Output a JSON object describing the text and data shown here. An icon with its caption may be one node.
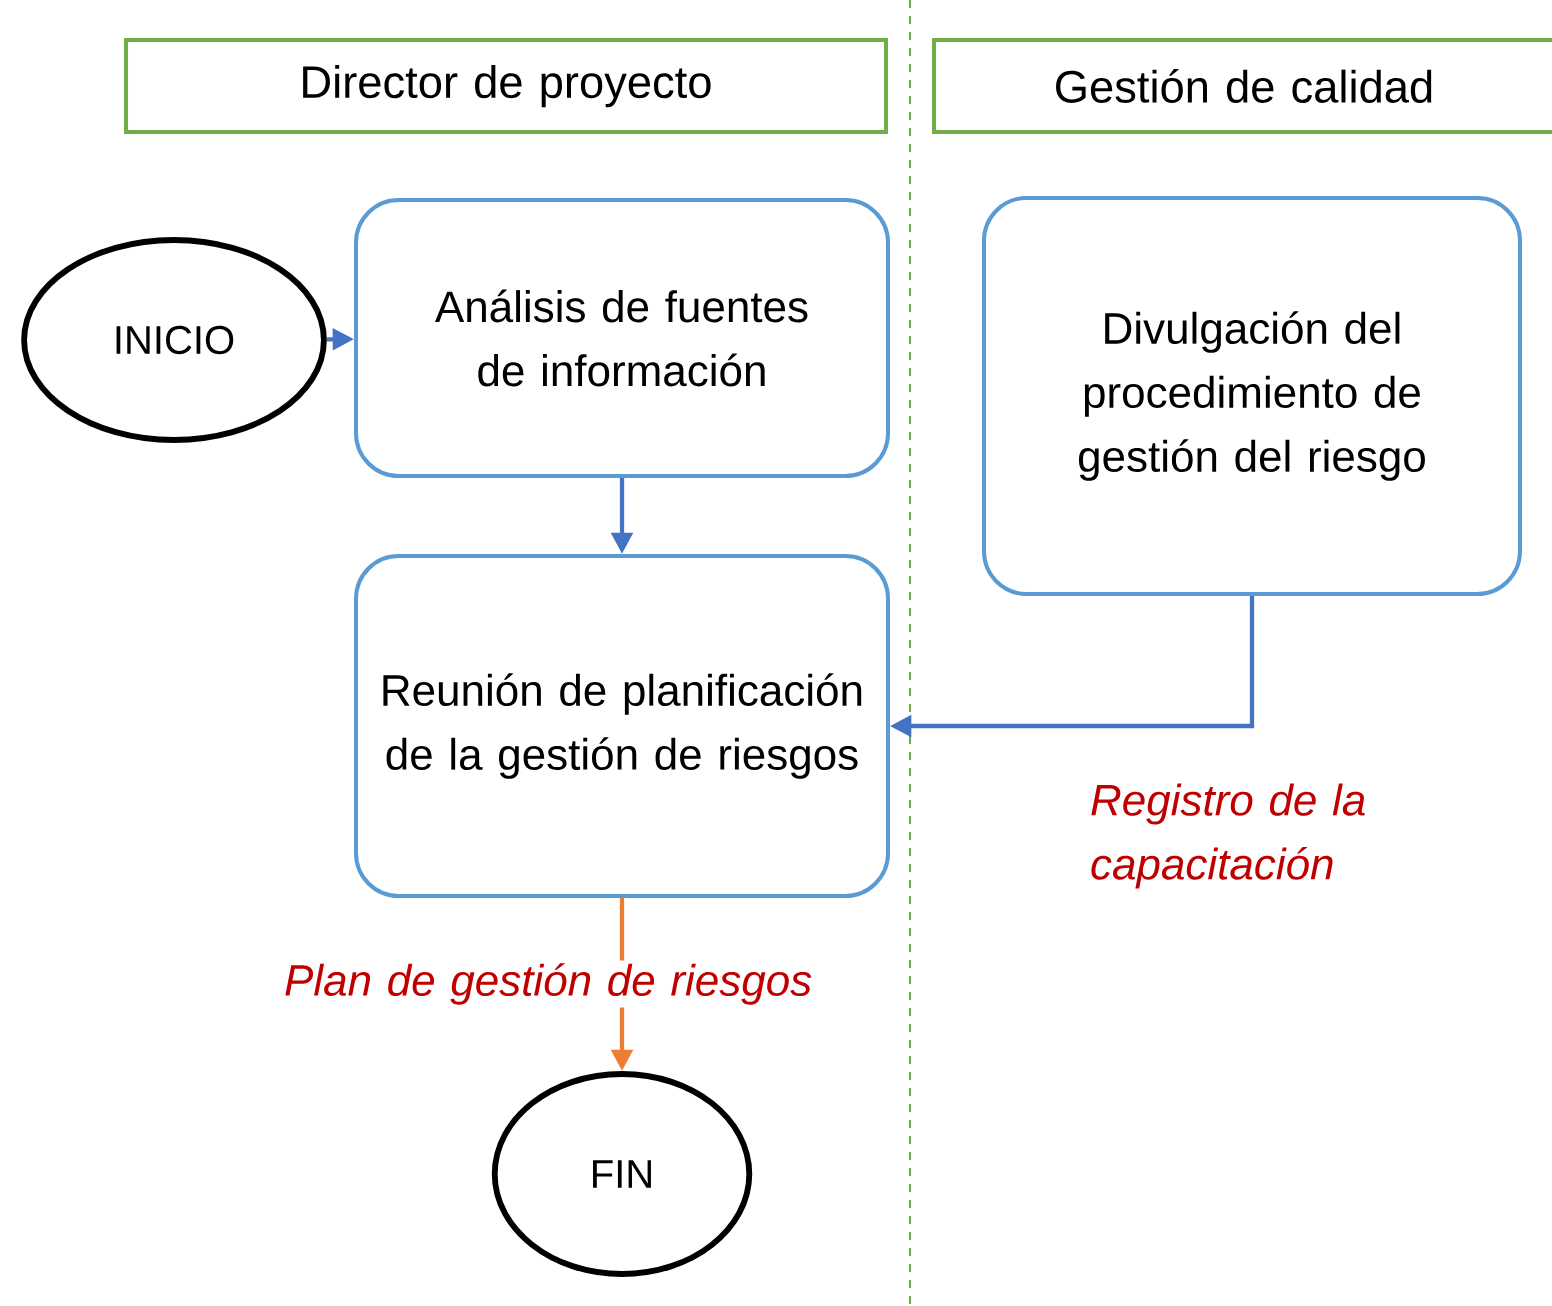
{
  "diagram": {
    "nodes": [
      {
        "text": [
          "Director de proyecto"
        ]
      },
      {
        "text": [
          "Gestión de calidad"
        ]
      },
      {
        "text": [
          "INICIO"
        ]
      },
      {
        "text": [
          "Análisis de fuentes de información"
        ]
      },
      {
        "text": [
          "Divulgación del procedimiento de gestión del riesgo"
        ]
      },
      {
        "text": [
          "Reunión de planificación de la gestión de riesgos"
        ]
      },
      {
        "text": [
          "FIN"
        ]
      }
    ],
    "edges": [
      {
        "from": 2,
        "to": 3,
        "arrow": "to"
      },
      {
        "from": 3,
        "to": 5,
        "arrow": "to"
      },
      {
        "from": 4,
        "to": 5,
        "arrow": "to",
        "label": "Registro de la capacitación"
      },
      {
        "from": 5,
        "to": 6,
        "arrow": "to",
        "label": "Plan de gestión de riesgos",
        "color": "#ed7d31"
      }
    ]
  }
}
